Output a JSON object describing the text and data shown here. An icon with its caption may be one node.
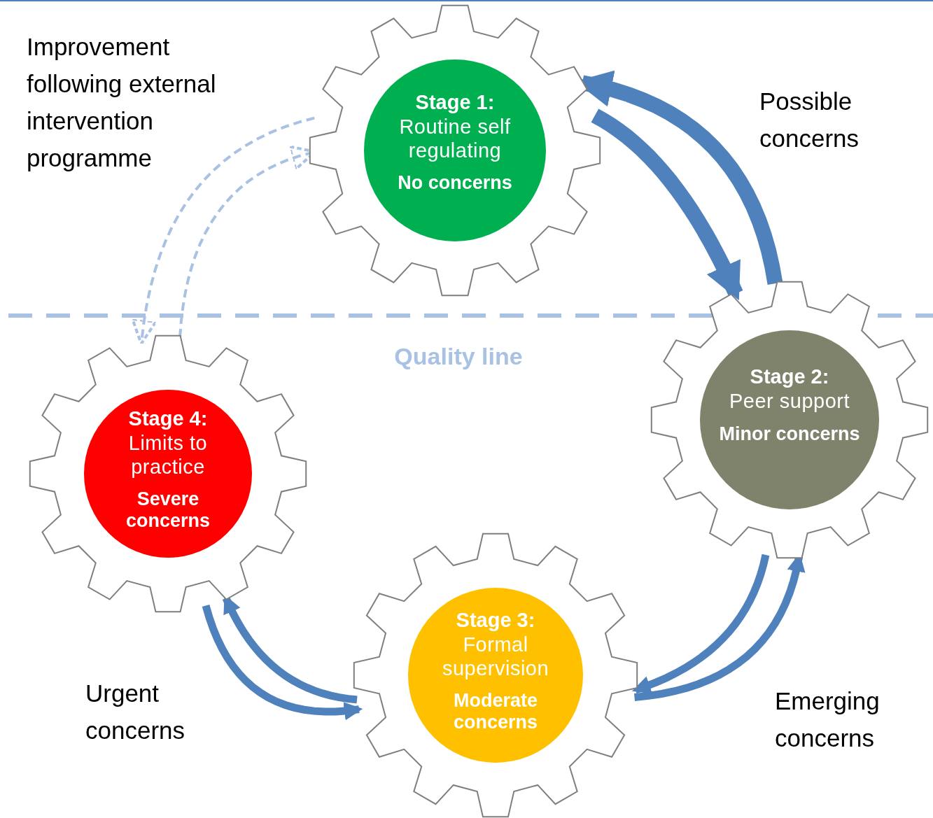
{
  "diagram": {
    "nodes": [
      {
        "text": [
          "Stage 1:",
          "Routine self regulating",
          "No concerns"
        ]
      },
      {
        "text": [
          "Stage 2:",
          "Peer support",
          "Minor concerns"
        ]
      },
      {
        "text": [
          "Stage 3:",
          "Formal supervision",
          "Moderate concerns"
        ]
      },
      {
        "text": [
          "Stage 4:",
          "Limits to practice",
          "Severe concerns"
        ]
      }
    ],
    "edges": [
      {
        "from": 0,
        "to": 1,
        "arrow": "to",
        "style": "thick"
      },
      {
        "from": 1,
        "to": 0,
        "arrow": "to",
        "style": "thick"
      },
      {
        "from": 1,
        "to": 2,
        "arrow": "to"
      },
      {
        "from": 2,
        "to": 1,
        "arrow": "to"
      },
      {
        "from": 2,
        "to": 3,
        "arrow": "to"
      },
      {
        "from": 3,
        "to": 2,
        "arrow": "to"
      },
      {
        "from": 0,
        "to": 3,
        "arrow": "to",
        "style": "dashed",
        "color": "#a9c1e3"
      },
      {
        "from": 3,
        "to": 0,
        "arrow": "to",
        "style": "dashed",
        "color": "#a9c1e3"
      }
    ],
    "labels": [
      "Improvement following external intervention programme",
      "Possible concerns",
      "Quality line",
      "Urgent concerns",
      "Emerging concerns"
    ]
  }
}
